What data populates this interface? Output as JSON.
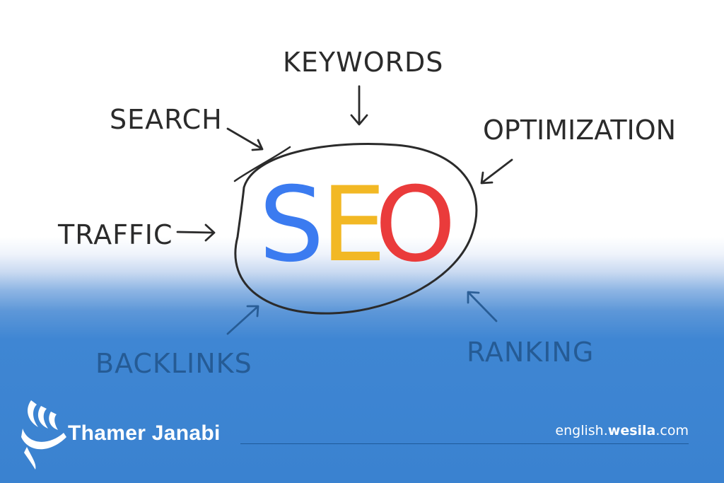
{
  "center": {
    "letters": [
      "S",
      "E",
      "O"
    ],
    "colors": [
      "#3b7bf0",
      "#f2b824",
      "#ea3b3b"
    ]
  },
  "terms": {
    "keywords": "KEYWORDS",
    "search": "SEARCH",
    "optimization": "OPTIMIZATION",
    "traffic": "TRAFFIC",
    "backlinks": "BACKLINKS",
    "ranking": "RANKING"
  },
  "branding": {
    "name": "Thamer Janabi",
    "site_prefix": "english.",
    "site_bold": "wesila",
    "site_suffix": ".com",
    "logo": "stylized-calligraphy-logo-icon"
  },
  "colors": {
    "ink": "#2b2b2b",
    "blue_ink": "#23578f",
    "background_blue": "#3a82d0"
  }
}
